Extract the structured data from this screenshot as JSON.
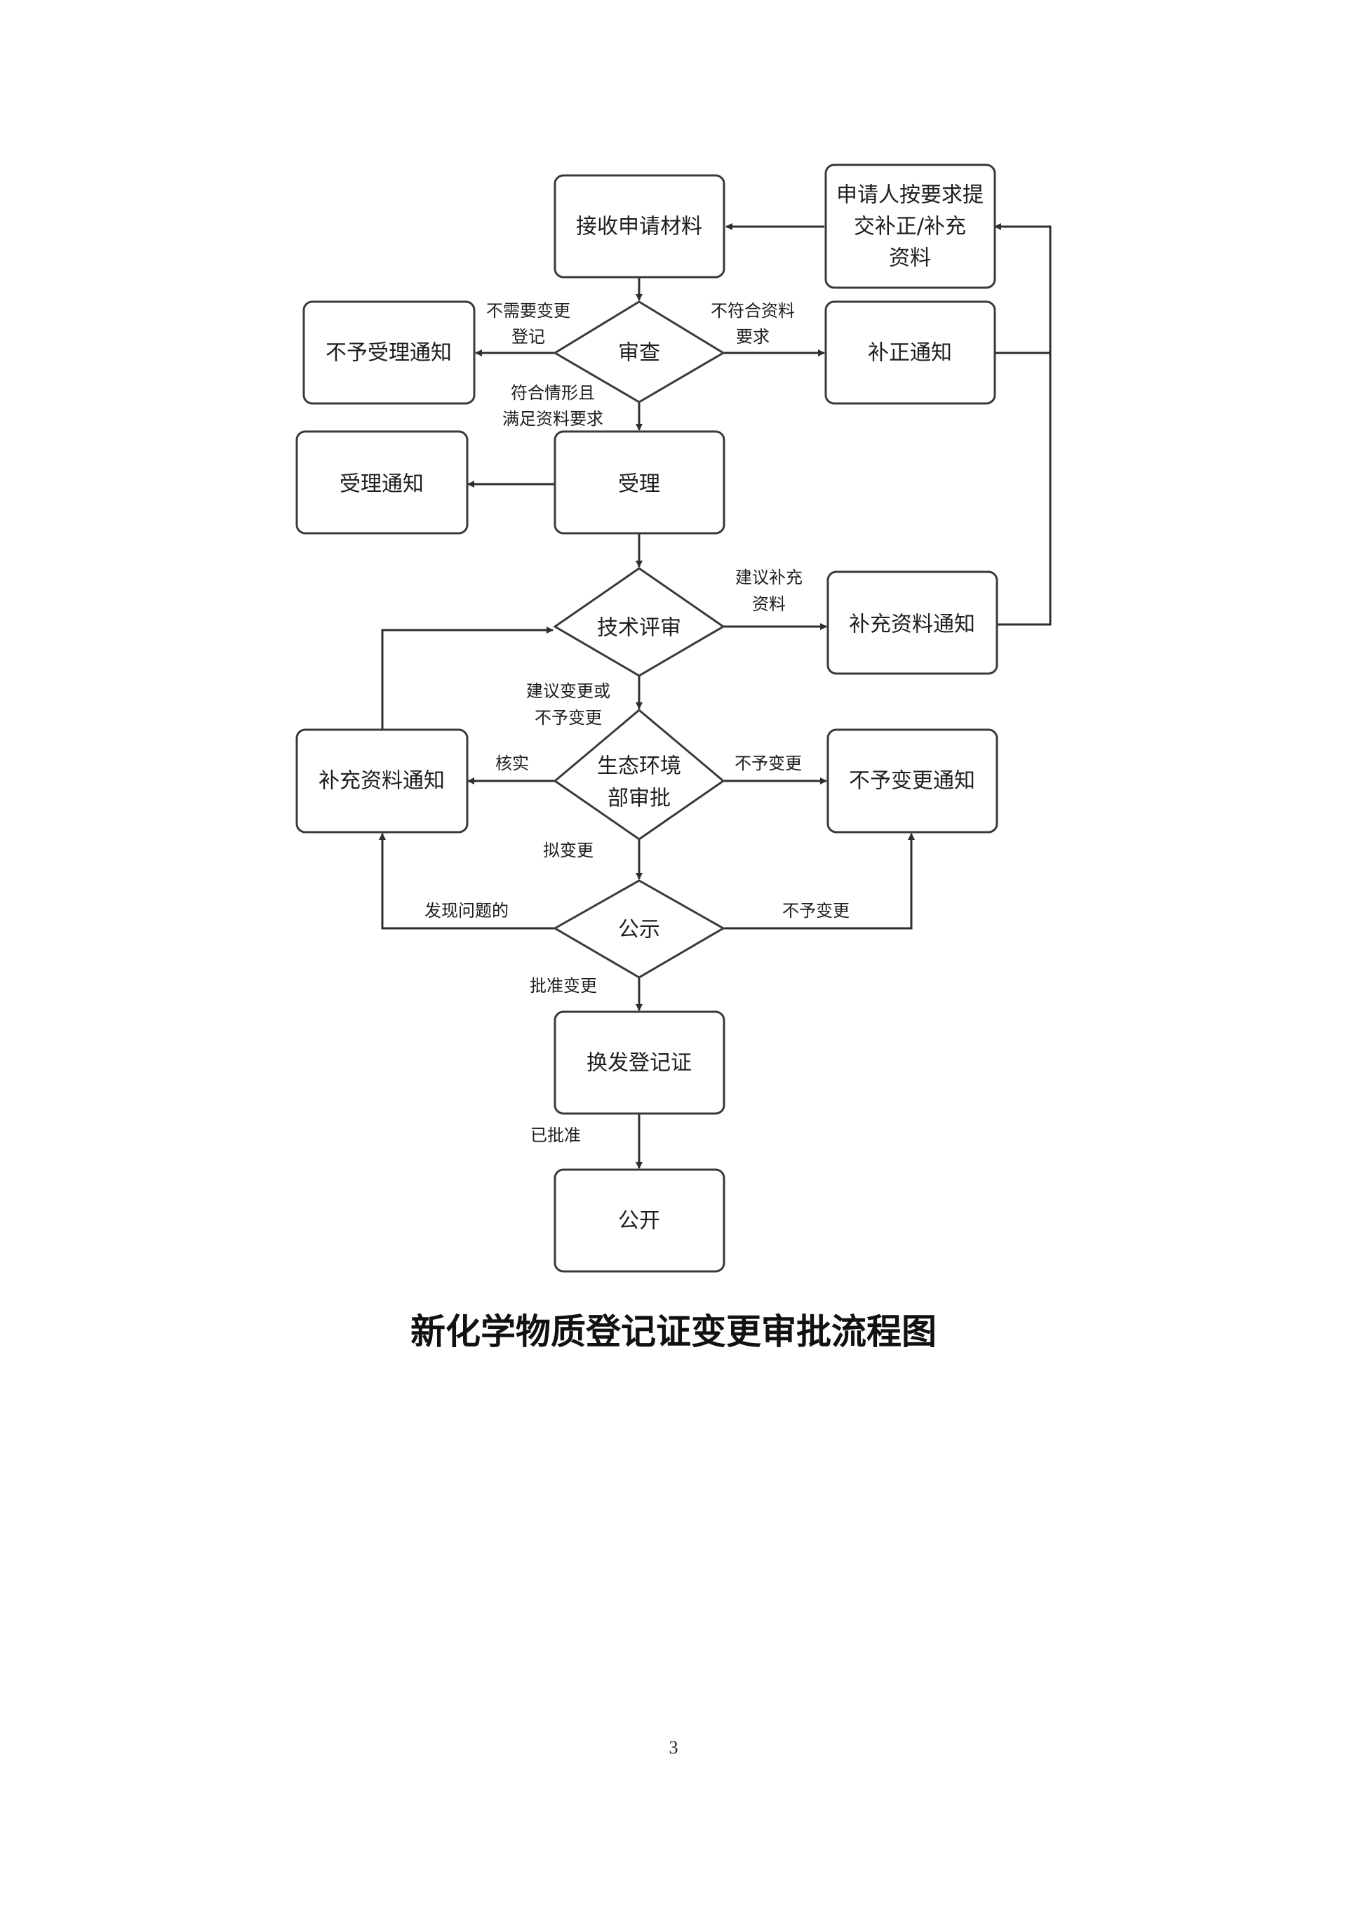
{
  "diagram": {
    "nodes": {
      "receive": "接收申请材料",
      "applicant_supplement": [
        "申请人按要求提",
        "交补正/补充",
        "资料"
      ],
      "review": "审查",
      "reject_notice": "不予受理通知",
      "correction_notice": "补正通知",
      "accept": "受理",
      "accept_notice": "受理通知",
      "tech_review": "技术评审",
      "supplement_notice_right": "补充资料通知",
      "mee_approval": [
        "生态环境",
        "部审批"
      ],
      "supplement_notice_left": "补充资料通知",
      "no_change_notice": "不予变更通知",
      "publicity": "公示",
      "reissue": "换发登记证",
      "publish": "公开"
    },
    "edges": {
      "no_change_needed": [
        "不需要变更",
        "登记"
      ],
      "not_meet_requirements": [
        "不符合资料",
        "要求"
      ],
      "meets_requirements": [
        "符合情形且",
        "满足资料要求"
      ],
      "suggest_supplement": [
        "建议补充",
        "资料"
      ],
      "suggest_change": [
        "建议变更或",
        "不予变更"
      ],
      "verify": "核实",
      "approval_no_change": "不予变更",
      "propose_change": "拟变更",
      "problem_found": "发现问题的",
      "publicity_no_change": "不予变更",
      "approve_change": "批准变更",
      "approved": "已批准"
    }
  },
  "caption": "新化学物质登记证变更审批流程图",
  "page_number": "3"
}
